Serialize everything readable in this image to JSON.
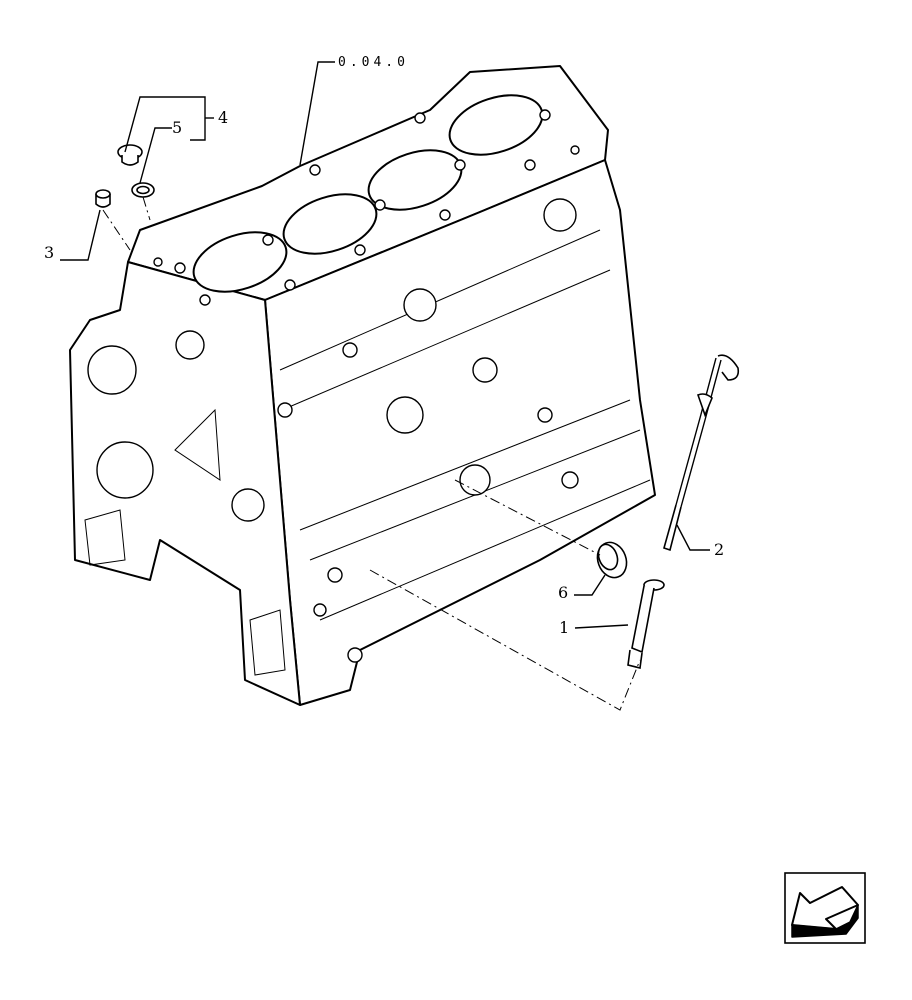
{
  "labels": {
    "ref": "0.04.0",
    "item1": "1",
    "item2": "2",
    "item3": "3",
    "item4": "4",
    "item5": "5",
    "item6": "6"
  },
  "nav_icon": "arrow-left-down-icon"
}
